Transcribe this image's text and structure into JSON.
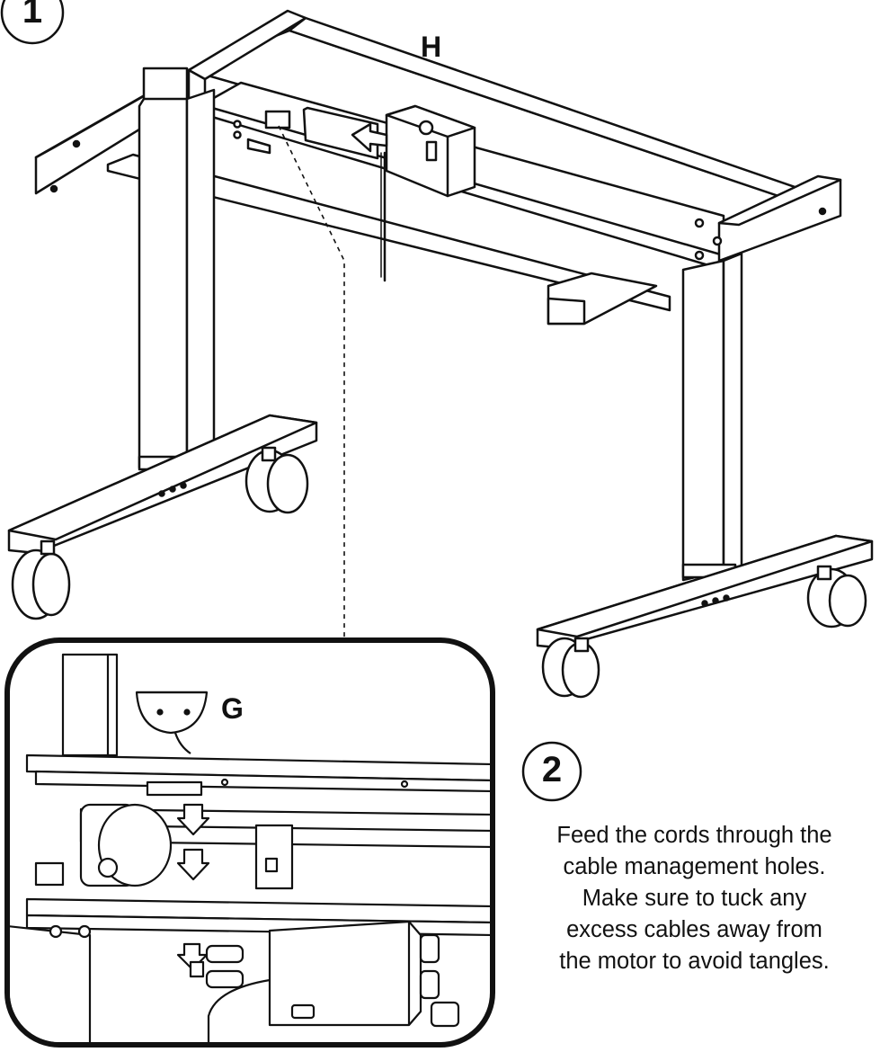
{
  "steps": {
    "step1": "1",
    "step2": "2"
  },
  "parts": {
    "motor_box_label": "H",
    "controller_label": "G"
  },
  "instructions": {
    "lines": [
      "Feed the cords through the",
      "cable management holes.",
      "Make sure to tuck any",
      "excess cables away from",
      "the motor to avoid tangles."
    ]
  },
  "colors": {
    "line": "#111111",
    "fill": "#ffffff",
    "shade": "#e6e6e6"
  }
}
